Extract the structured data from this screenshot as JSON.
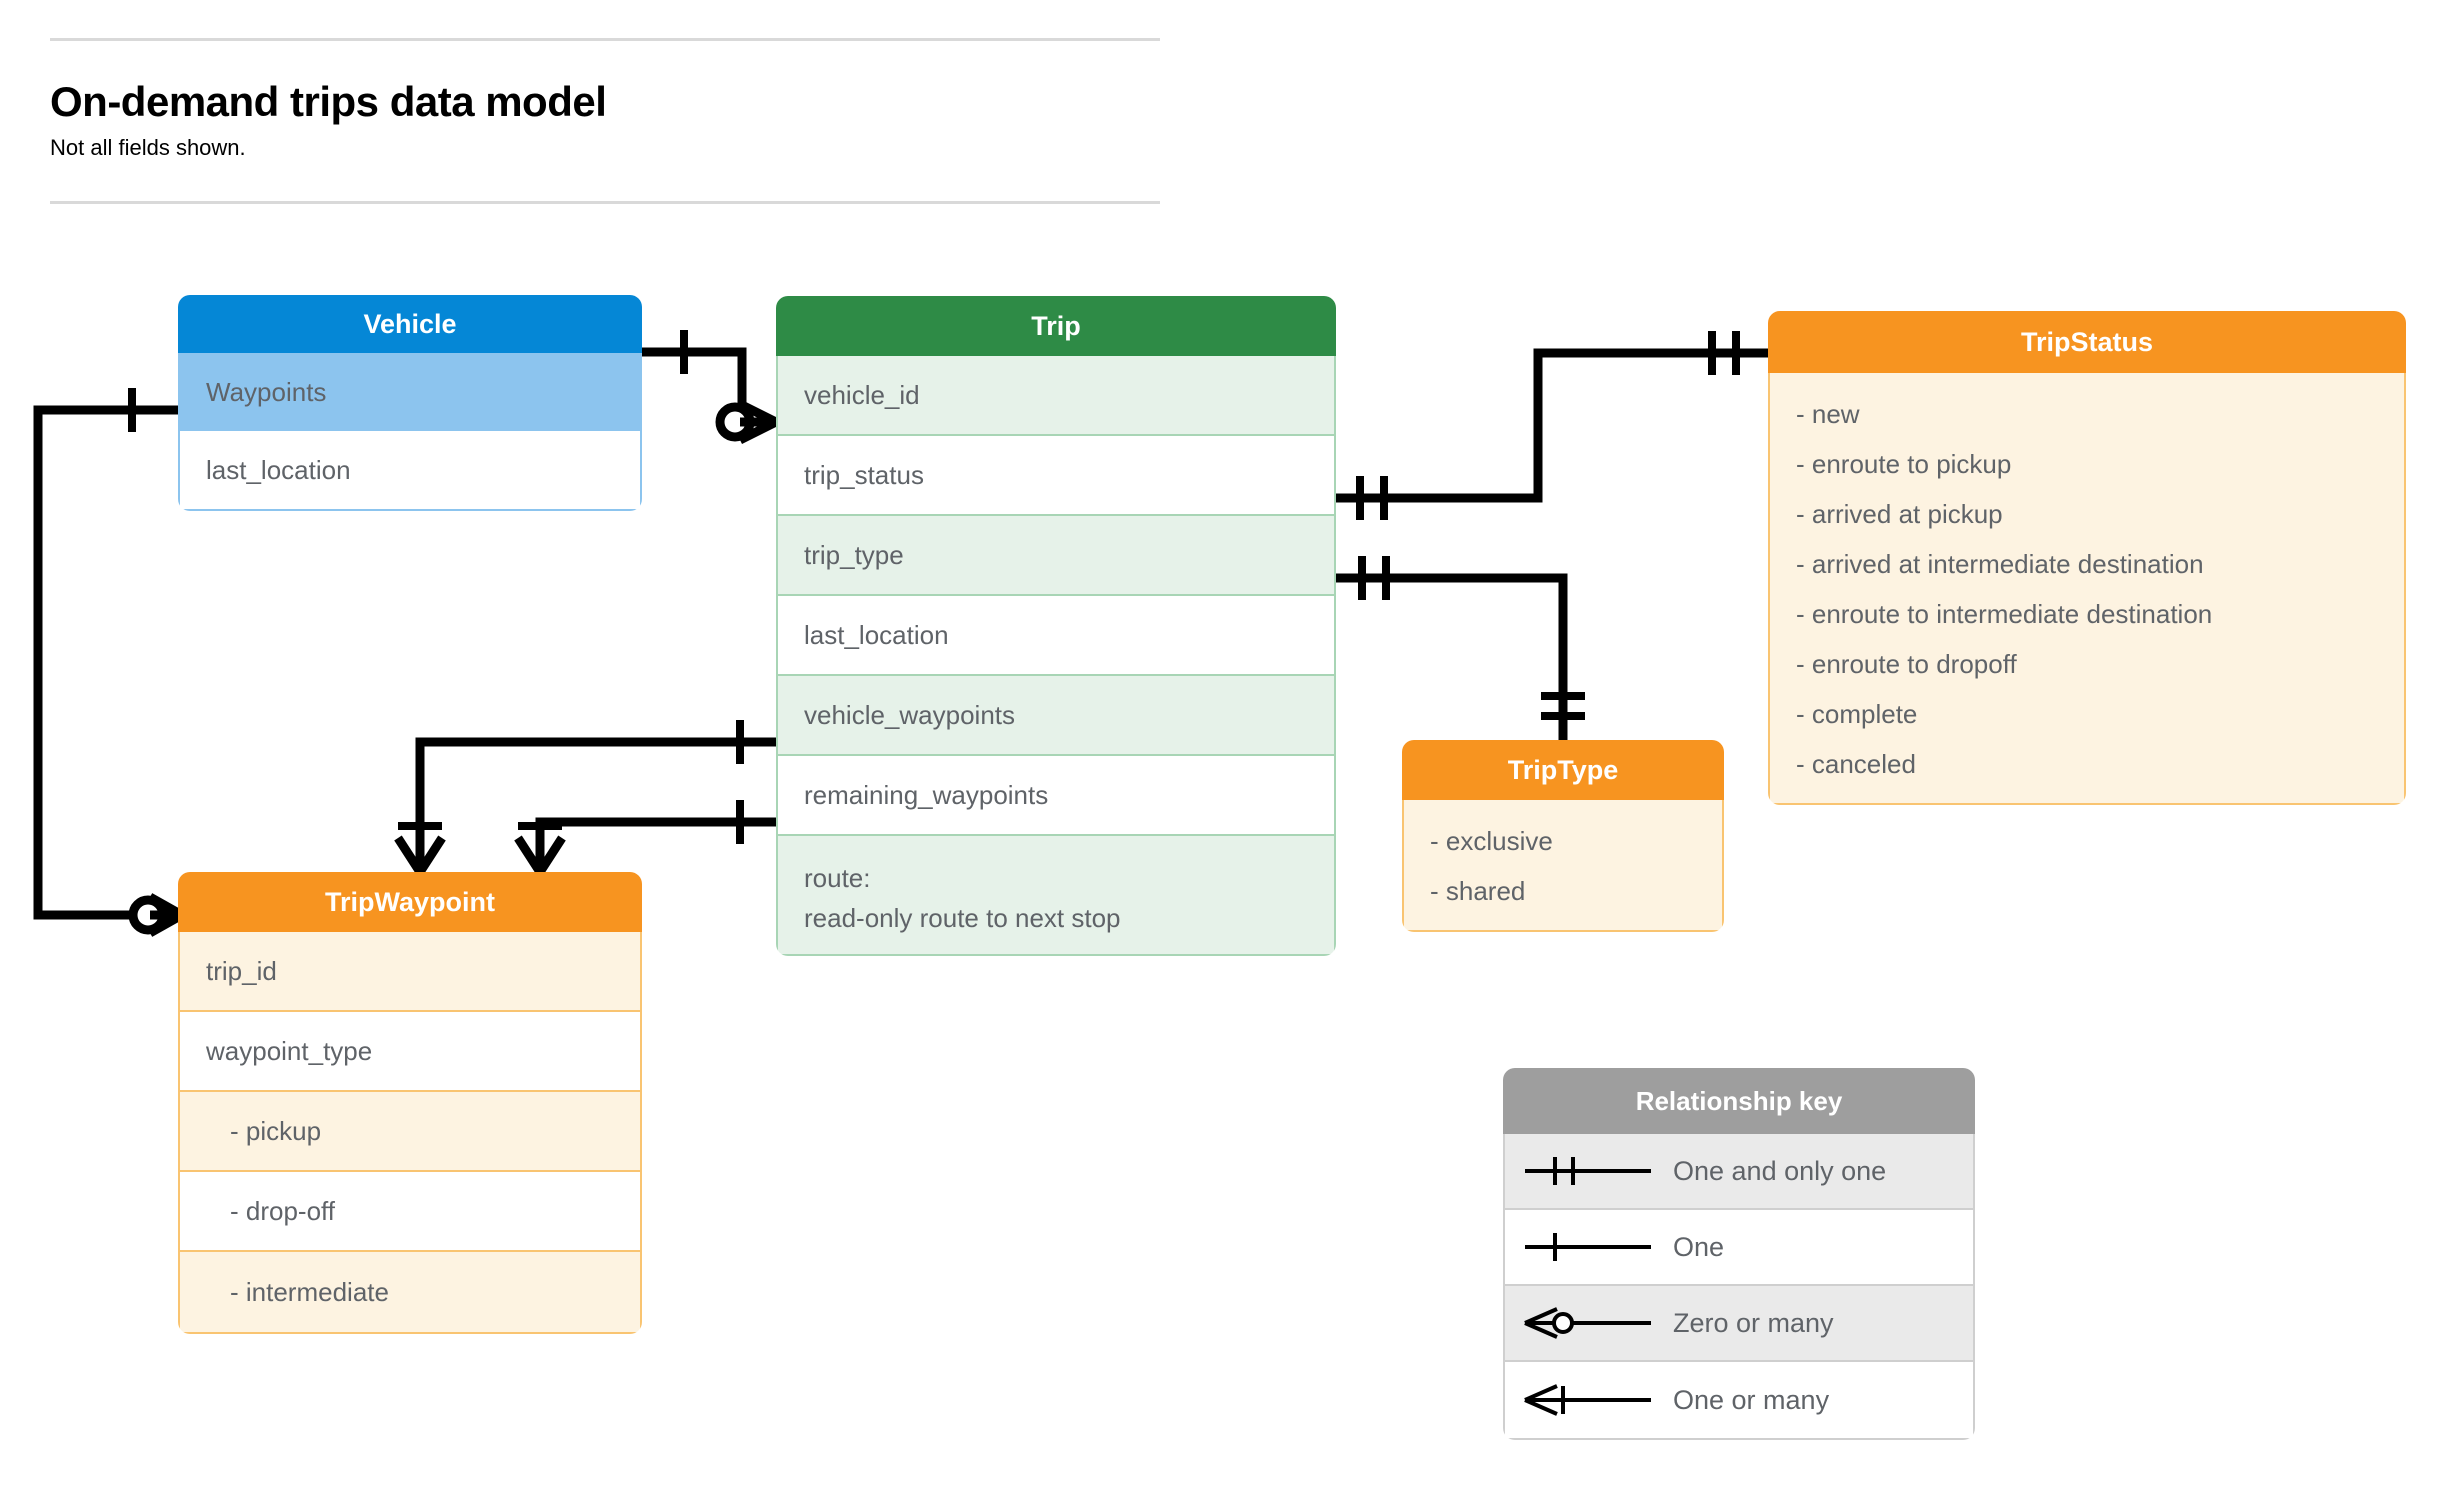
{
  "header": {
    "title": "On-demand trips data model",
    "subtitle": "Not all fields shown."
  },
  "entities": {
    "vehicle": {
      "name": "Vehicle",
      "header_color": "#0587D6",
      "fields": [
        {
          "label": "Waypoints"
        },
        {
          "label": "last_location"
        }
      ]
    },
    "trip": {
      "name": "Trip",
      "header_color": "#2E8B46",
      "fields": [
        {
          "label": "vehicle_id"
        },
        {
          "label": "trip_status"
        },
        {
          "label": "trip_type"
        },
        {
          "label": "last_location"
        },
        {
          "label": "vehicle_waypoints"
        },
        {
          "label": "remaining_waypoints"
        }
      ],
      "route_line1": "route:",
      "route_line2": "read-only route to next stop"
    },
    "trip_status": {
      "name": "TripStatus",
      "header_color": "#F79420",
      "values": [
        "- new",
        "- enroute to pickup",
        "- arrived at pickup",
        "- arrived at intermediate destination",
        "- enroute to intermediate destination",
        "- enroute to dropoff",
        "- complete",
        "- canceled"
      ]
    },
    "trip_type": {
      "name": "TripType",
      "header_color": "#F79420",
      "values": [
        "- exclusive",
        "- shared"
      ]
    },
    "trip_waypoint": {
      "name": "TripWaypoint",
      "header_color": "#F79420",
      "fields": [
        {
          "label": "trip_id"
        },
        {
          "label": "waypoint_type"
        },
        {
          "label": "-  pickup"
        },
        {
          "label": "-  drop-off"
        },
        {
          "label": "-  intermediate"
        }
      ]
    }
  },
  "relationship_key": {
    "title": "Relationship key",
    "rows": [
      {
        "symbol": "one-and-only-one",
        "label": "One and only one"
      },
      {
        "symbol": "one",
        "label": "One"
      },
      {
        "symbol": "zero-or-many",
        "label": "Zero or many"
      },
      {
        "symbol": "one-or-many",
        "label": "One or many"
      }
    ]
  },
  "relationships": [
    {
      "from": "Vehicle",
      "to": "Trip.vehicle_id",
      "from_card": "one",
      "to_card": "zero-or-many"
    },
    {
      "from": "Vehicle.Waypoints",
      "to": "TripWaypoint",
      "from_card": "one",
      "to_card": "zero-or-many"
    },
    {
      "from": "Trip.trip_status",
      "to": "TripStatus",
      "from_card": "one-and-only-one",
      "to_card": "one-and-only-one"
    },
    {
      "from": "Trip.trip_type",
      "to": "TripType",
      "from_card": "one-and-only-one",
      "to_card": "one-and-only-one"
    },
    {
      "from": "Trip.vehicle_waypoints",
      "to": "TripWaypoint",
      "from_card": "one",
      "to_card": "one-or-many"
    },
    {
      "from": "Trip.remaining_waypoints",
      "to": "TripWaypoint",
      "from_card": "one",
      "to_card": "one-or-many"
    }
  ]
}
